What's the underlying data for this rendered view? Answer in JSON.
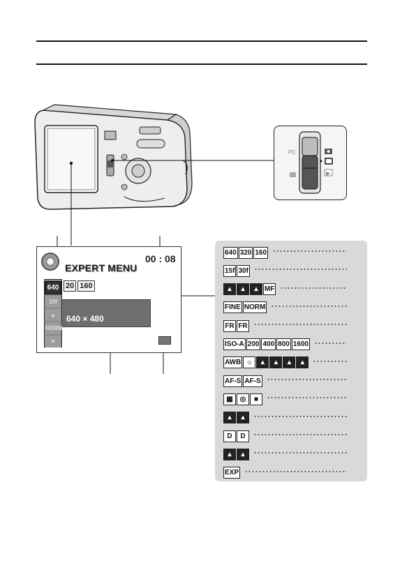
{
  "lcd": {
    "title": "EXPERT MENU",
    "timer": "00 : 08",
    "resolution_row": [
      "20",
      "160"
    ],
    "popup_value": "640 × 480",
    "sidebar_items": [
      "640",
      "15f",
      "",
      "NORM",
      ""
    ]
  },
  "mode_dial": {
    "labels": [
      "PC",
      "▶"
    ]
  },
  "icon_rows": [
    {
      "icons": [
        "640",
        "320",
        "160"
      ]
    },
    {
      "icons": [
        "15f",
        "30f"
      ]
    },
    {
      "icons": [
        "",
        "",
        "",
        "MF"
      ]
    },
    {
      "icons": [
        "FINE",
        "NORM"
      ]
    },
    {
      "icons": [
        "FR",
        "FR"
      ]
    },
    {
      "icons": [
        "ISO-A",
        "200",
        "400",
        "800",
        "1600"
      ]
    },
    {
      "icons": [
        "AWB",
        "☼",
        "",
        "",
        "",
        ""
      ]
    },
    {
      "icons": [
        "AF-S",
        "AF-S"
      ]
    },
    {
      "icons": [
        "▦",
        "◎",
        "■"
      ]
    },
    {
      "icons": [
        "",
        ""
      ]
    },
    {
      "icons": [
        "D",
        "D"
      ]
    },
    {
      "icons": [
        "",
        ""
      ]
    },
    {
      "icons": [
        "EXP"
      ]
    }
  ]
}
